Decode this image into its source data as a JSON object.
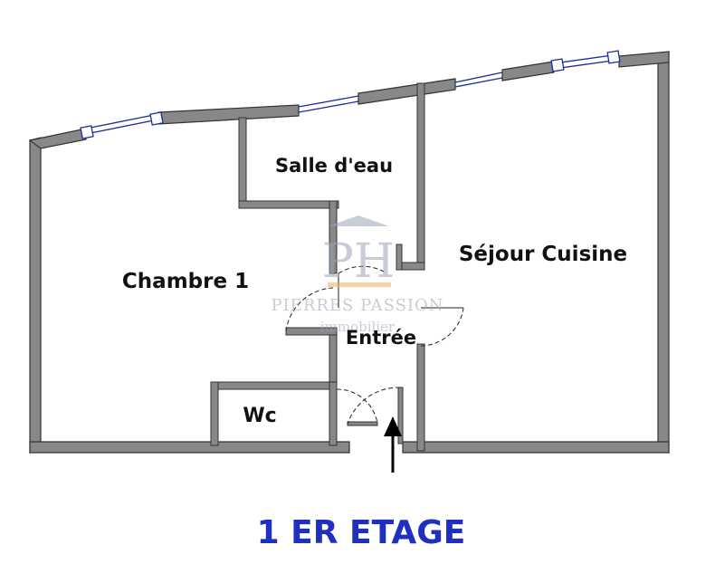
{
  "plan": {
    "title": "1 ER ETAGE",
    "colors": {
      "wall_fill": "#888888",
      "wall_stroke": "#333333",
      "window": "#1a2e99",
      "title": "#1f2fbf",
      "arrow": "#000000",
      "watermark": "#9aa4b8",
      "watermark_accent": "#e6b35a"
    },
    "rooms": {
      "chambre": "Chambre 1",
      "salle_deau": "Salle d'eau",
      "sejour": "Séjour Cuisine",
      "entree": "Entrée",
      "wc": "Wc"
    },
    "watermark": {
      "monogram": "PH",
      "company": "PIERRES PASSION",
      "tagline": "immobilier"
    }
  }
}
